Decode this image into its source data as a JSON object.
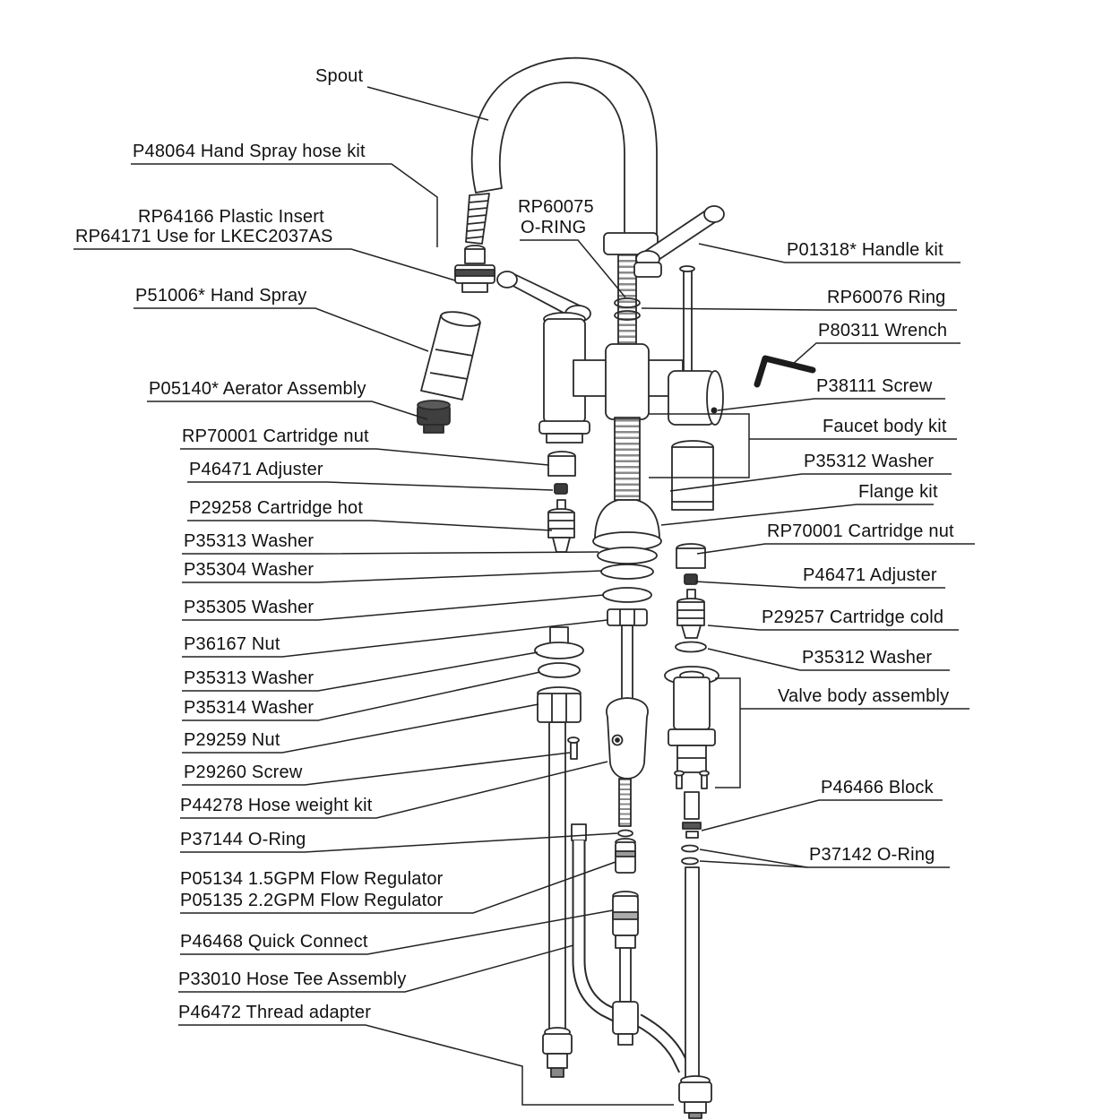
{
  "diagram": {
    "background": "#ffffff",
    "line_color": "#2a2a2a",
    "labels": {
      "spout": "Spout",
      "hand_spray_hose_kit": "P48064 Hand Spray hose kit",
      "plastic_insert_line1": "RP64166 Plastic Insert",
      "plastic_insert_line2": "RP64171 Use for LKEC2037AS",
      "hand_spray": "P51006*  Hand Spray",
      "aerator_assembly": "P05140* Aerator Assembly",
      "cartridge_nut_left": "RP70001 Cartridge nut",
      "adjuster_left": "P46471 Adjuster",
      "cartridge_hot": "P29258 Cartridge hot",
      "washer_p35313_upper": "P35313 Washer",
      "washer_p35304": "P35304 Washer",
      "washer_p35305": "P35305 Washer",
      "nut_p36167": "P36167 Nut",
      "washer_p35313_lower": "P35313 Washer",
      "washer_p35314": "P35314 Washer",
      "nut_p29259": "P29259 Nut",
      "screw_p29260": "P29260 Screw",
      "hose_weight_kit": "P44278 Hose weight kit",
      "oring_p37144": "P37144 O-Ring",
      "flow_regulator_line1": "P05134 1.5GPM Flow Regulator",
      "flow_regulator_line2": "P05135 2.2GPM Flow Regulator",
      "quick_connect": "P46468 Quick Connect",
      "hose_tee_assembly": "P33010 Hose Tee Assembly",
      "thread_adapter": "P46472 Thread adapter",
      "oring_rp60075_line1": "RP60075",
      "oring_rp60075_line2": "O-RING",
      "handle_kit": "P01318* Handle kit",
      "ring_rp60076": "RP60076 Ring",
      "wrench": "P80311 Wrench",
      "screw_p38111": "P38111 Screw",
      "faucet_body_kit": "Faucet body kit",
      "washer_p35312_upper": "P35312 Washer",
      "flange_kit": "Flange kit",
      "cartridge_nut_right": "RP70001 Cartridge nut",
      "adjuster_right": "P46471 Adjuster",
      "cartridge_cold": "P29257 Cartridge cold",
      "washer_p35312_lower": "P35312 Washer",
      "valve_body_assembly": "Valve body assembly",
      "block_p46466": "P46466 Block",
      "oring_p37142": "P37142 O-Ring"
    }
  }
}
